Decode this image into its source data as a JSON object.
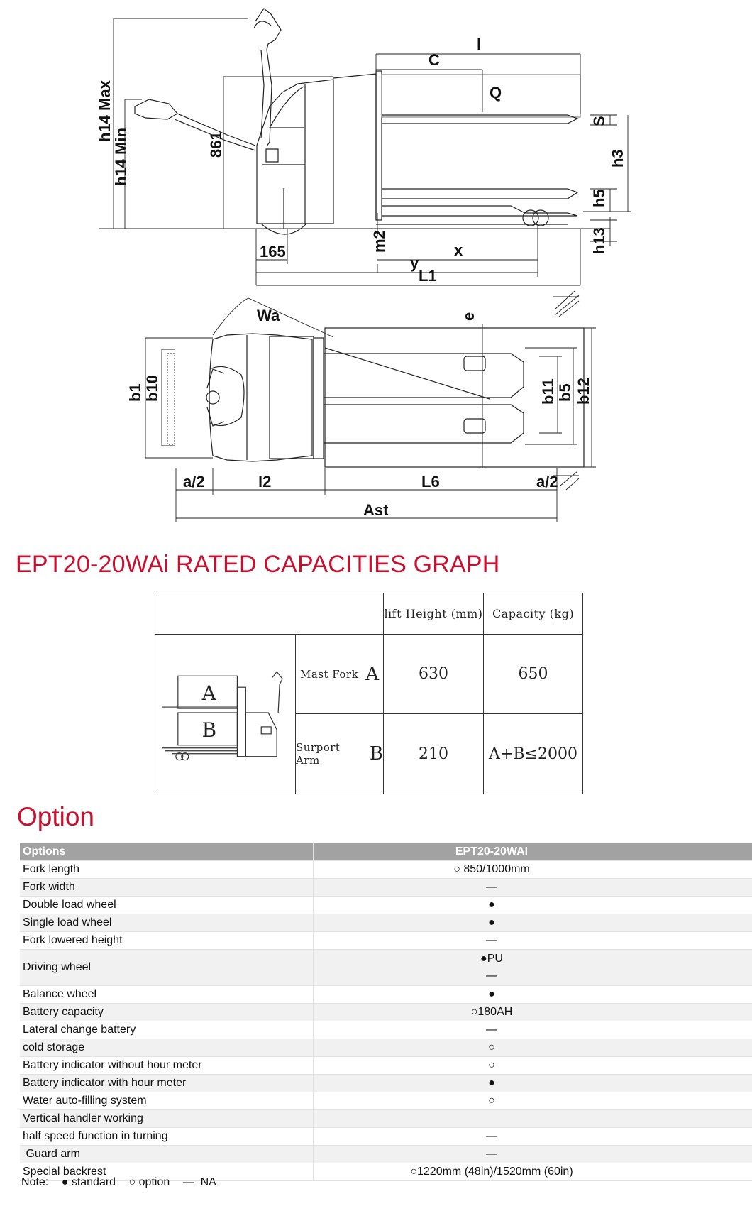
{
  "side_view_labels": {
    "l": "l",
    "c": "C",
    "q": "Q",
    "s": "S",
    "h3": "h3",
    "h5": "h5",
    "h13": "h13",
    "h14_max": "h14 Max",
    "h14_min": "h14 Min",
    "h861": "861",
    "d165": "165",
    "m2": "m2",
    "x": "x",
    "y": "y",
    "l1": "L1"
  },
  "top_view_labels": {
    "wa": "Wa",
    "e": "e",
    "b1": "b1",
    "b10": "b10",
    "b11": "b11",
    "b5": "b5",
    "b12": "b12",
    "a2_left": "a/2",
    "l2": "l2",
    "l6": "L6",
    "a2_right": "a/2",
    "ast": "Ast"
  },
  "capacity": {
    "title": "EPT20-20WAi RATED CAPACITIES GRAPH",
    "col_lift": "lift Height (mm)",
    "col_capacity": "Capacity (kg)",
    "box_a": "A",
    "box_b": "B",
    "rows": [
      {
        "label": "Mast Fork",
        "letter": "A",
        "lift": "630",
        "capacity": "650"
      },
      {
        "label": "Surport Arm",
        "letter": "B",
        "lift": "210",
        "capacity": "A+B≤2000"
      }
    ]
  },
  "options": {
    "title": "Option",
    "header_name": "Options",
    "header_model": "EPT20-20WAI",
    "rows": [
      {
        "name": "Fork length",
        "value": "○ 850/1000mm"
      },
      {
        "name": "Fork width",
        "value": "—"
      },
      {
        "name": "Double load wheel",
        "value": "●"
      },
      {
        "name": "Single load wheel",
        "value": "●"
      },
      {
        "name": "Fork lowered height",
        "value": "—"
      },
      {
        "name": "Driving wheel",
        "value": "●PU",
        "value2": "—"
      },
      {
        "name": "Balance wheel",
        "value": "●"
      },
      {
        "name": "Battery capacity",
        "value": "○180AH"
      },
      {
        "name": "Lateral change battery",
        "value": "—"
      },
      {
        "name": "cold storage",
        "value": "○"
      },
      {
        "name": "Battery indicator without hour meter",
        "value": "○"
      },
      {
        "name": "Battery indicator with hour meter",
        "value": "●"
      },
      {
        "name": "Water auto-filling system",
        "value": "○"
      },
      {
        "name": "Vertical handler working",
        "value": ""
      },
      {
        "name": "half speed function in turning",
        "value": "—"
      },
      {
        "name": " Guard arm",
        "value": "—"
      },
      {
        "name": "Special backrest",
        "value": "○1220mm (48in)/1520mm (60in)"
      }
    ],
    "note": {
      "prefix": "Note:",
      "standard": "● standard",
      "option": "○ option",
      "na": "—  NA"
    }
  },
  "colors": {
    "accent": "#c8102e",
    "table_header": "#a2a2a2",
    "row_stripe": "#f1f1f1"
  }
}
